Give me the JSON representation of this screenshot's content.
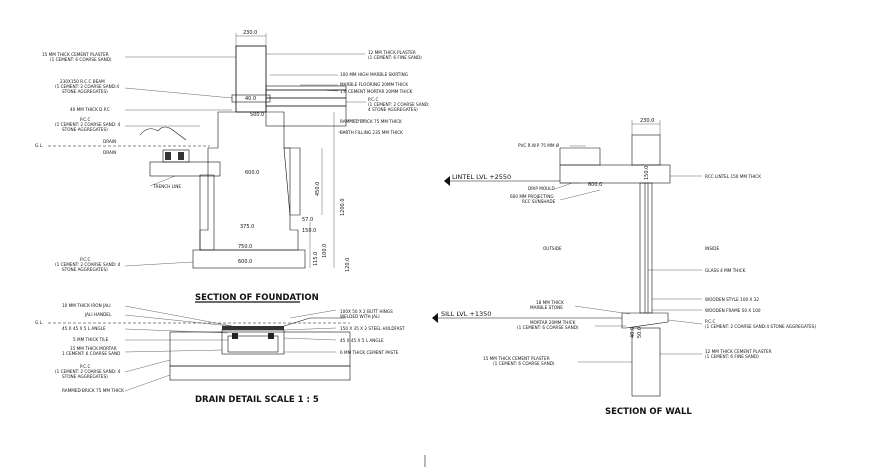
{
  "foundation": {
    "title": "SECTION OF FOUNDATION",
    "dims": {
      "wall_top": "230.0",
      "wall_a": "500.0",
      "d_600": "600.0",
      "d_450": "450.0",
      "d_1200": "1200.0",
      "d_375": "375.0",
      "d_750": "750.0",
      "d_57": "57.0",
      "d_150": "150.0",
      "d_100": "100.0",
      "d_115": "115.0",
      "d_40": "40.0",
      "d_120": "120.0",
      "d_600b": "600.0"
    },
    "trench_line": "TRENCH LINE",
    "gl": "G.L.",
    "drain": "DRAIN",
    "left_labels": [
      "15 MM THICK CEMENT PLASTER",
      "(1 CEMENT: 6 COARSE SAND)",
      "230X150 R.C.C BEAM",
      "(1 CEMENT: 2 COARSE SAND:4",
      "STONE AGGREGATES)",
      "40 MM THICK D.P.C",
      "P.C.C",
      "(1 CEMENT: 2 COARSE SAND: 4",
      "STONE AGGREGATES)",
      "DRAIN",
      "P.C.C",
      "(1 CEMENT: 2 COARSE SAND: 4",
      "STONE AGGREGATES)"
    ],
    "right_labels": [
      "12 MM THICK PLASTER",
      "(1 CEMENT: 6 FINE SAND)",
      "100 MM HIGH MARBLE SKIRTING",
      "MARBLE FLOORING 20MM THICK",
      "1:6 CEMENT MORTAR 20MM THICK",
      "P.C.C",
      "(1 CEMENT: 2 COARSE SAND:",
      "4 STONE AGGREGATES)",
      "RAMMED BRICK 75 MM THICK",
      "EARTH FILLING 235 MM THICK"
    ]
  },
  "drain_detail": {
    "title": "DRAIN DETAIL  SCALE 1 : 5",
    "gl": "G.L.",
    "left_labels": [
      "10 MM THICK IRON JALI",
      "JALI HANDEL",
      "45 X 45 X 5 L ANGLE",
      "5 MM THICK TILE",
      "15 MM THICK MORTAR",
      "1 CEMENT: 6 COARSE SAND",
      "P.C.C",
      "(1 CEMENT: 2 COARSE SAND: 4",
      "STONE AGGREGATES)",
      "RAMMED BRICK 75 MM THICK"
    ],
    "right_labels": [
      "100X 50 X 2 BUTT HINGS",
      "WELDED WITH JALI",
      "150 X 35 X 2 STEEL HOLDFAST",
      "45 X 45 X 5 L ANGLE",
      "6 MM THICK CEMENT PASTE"
    ]
  },
  "wall": {
    "title": "SECTION  OF  WALL",
    "dims": {
      "top": "230.0",
      "lintel_depth": "150.0",
      "projection": "600.0",
      "sill_a": "40.0",
      "sill_b": "50.0"
    },
    "lintel_lvl": "LINTEL  LVL  +2550",
    "sill_lvl": "SILL  LVL  +1350",
    "outside": "OUTSIDE",
    "inside": "INSIDE",
    "left_labels": [
      "PVC R.W.P 75 MM Ø",
      "DRIP MOULD",
      "600 MM PROJECTING",
      "RCC SUNSHADE",
      "18 MM THICK",
      "MARBLE STONE",
      "MORTAR 20MM THICK",
      "(1 CEMENT: 6 COARSE SAND)",
      "15 MM THICK CEMENT PLASTER",
      "(1 CEMENT: 6 COARSE SAND)"
    ],
    "right_labels": [
      "RCC LINTEL 150 MM THICK",
      "GLASS 4 MM THICK",
      "WOODEN STYLE 100 X 32",
      "WOODEN FRAME 50 X 100",
      "P.C.C",
      "(1 CEMENT: 2 COARSE SAND:4 STONE AGGREGATES)",
      "12 MM THICK CEMENT PLASTER",
      "(1 CEMENT: 6 FINE SAND)"
    ]
  }
}
